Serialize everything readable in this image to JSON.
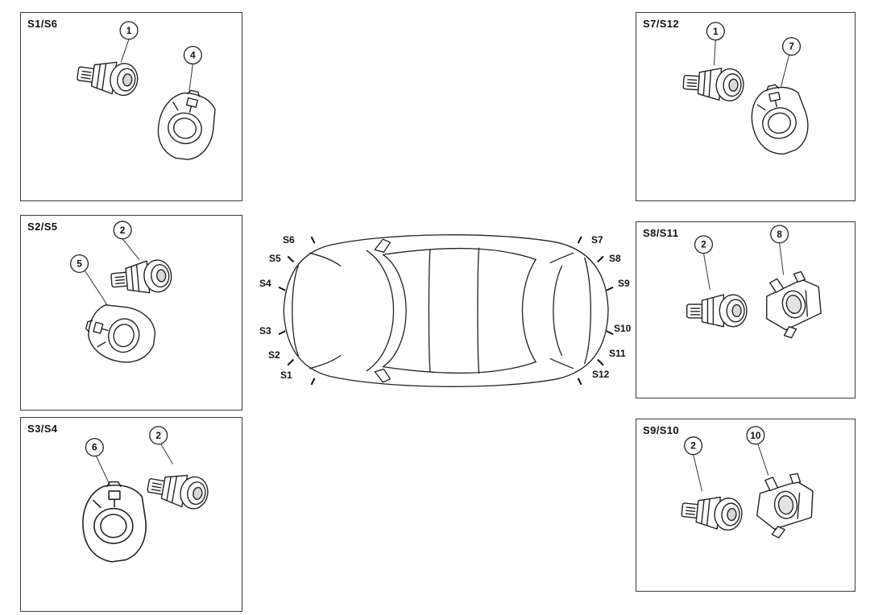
{
  "panels": [
    {
      "label": "S1/S6",
      "callouts": [
        "1",
        "4"
      ]
    },
    {
      "label": "S2/S5",
      "callouts": [
        "2",
        "5"
      ]
    },
    {
      "label": "S3/S4",
      "callouts": [
        "6",
        "2"
      ]
    },
    {
      "label": "S7/S12",
      "callouts": [
        "1",
        "7"
      ]
    },
    {
      "label": "S8/S11",
      "callouts": [
        "2",
        "8"
      ]
    },
    {
      "label": "S9/S10",
      "callouts": [
        "2",
        "10"
      ]
    }
  ],
  "car": {
    "labels_left": [
      "S6",
      "S5",
      "S4",
      "S3",
      "S2",
      "S1"
    ],
    "labels_right": [
      "S7",
      "S8",
      "S9",
      "S10",
      "S11",
      "S12"
    ]
  },
  "colors": {
    "line": "#222222",
    "background": "#ffffff"
  }
}
